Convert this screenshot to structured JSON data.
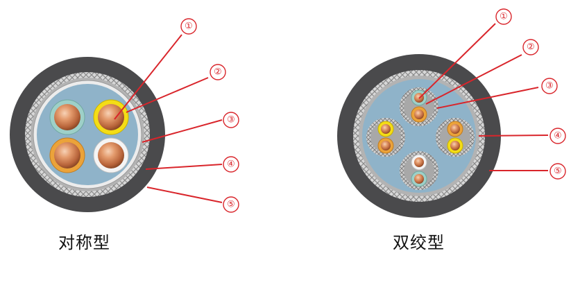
{
  "diagrams": [
    {
      "caption": "对称型",
      "callouts": [
        "①",
        "②",
        "③",
        "④",
        "⑤"
      ]
    },
    {
      "caption": "双绞型",
      "callouts": [
        "①",
        "②",
        "③",
        "④",
        "⑤"
      ]
    }
  ],
  "colors": {
    "leader_line": "#d9252b",
    "outer_sheath": "#4a4a4c",
    "armor_band": "#bdbdbd",
    "filler": "#8fb3c9",
    "copper": "#c97a4c",
    "insulation_teal": "#9ed0c8",
    "insulation_yellow": "#f4dd16",
    "insulation_orange": "#eba33a",
    "insulation_white": "#f4f4f4"
  }
}
